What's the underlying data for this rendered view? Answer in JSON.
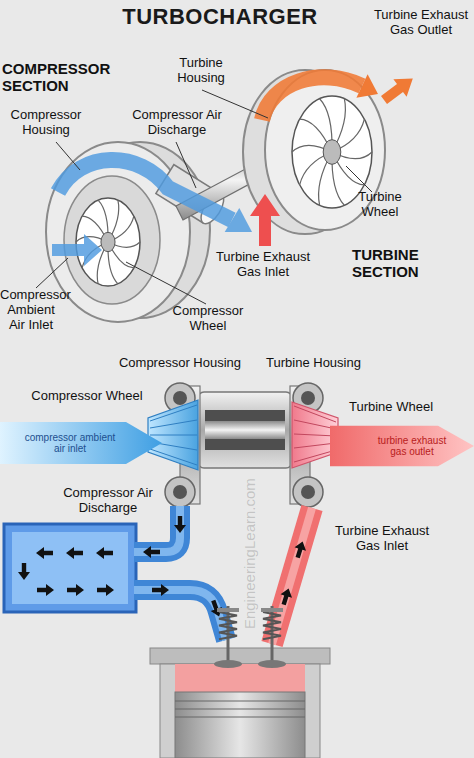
{
  "diagram": {
    "title": "TURBOCHARGER",
    "nodes": [
      {
        "text": [
          "compressor ambient air inlet"
        ]
      },
      {
        "text": [
          "turbine exhaust gas outlet"
        ]
      }
    ],
    "labels": [
      "Turbine Exhaust Gas Outlet",
      "COMPRESSOR SECTION",
      "Turbine Housing",
      "Compressor Housing",
      "Compressor Air Discharge",
      "Turbine Wheel",
      "Turbine Exhaust Gas Inlet",
      "TURBINE SECTION",
      "Compressor Ambient Air Inlet",
      "Compressor Wheel",
      "Compressor Housing",
      "Turbine Housing",
      "Compressor Wheel",
      "Turbine Wheel",
      "Compressor Air Discharge",
      "Turbine Exhaust Gas Inlet",
      "EngineeringLearn.com"
    ]
  }
}
